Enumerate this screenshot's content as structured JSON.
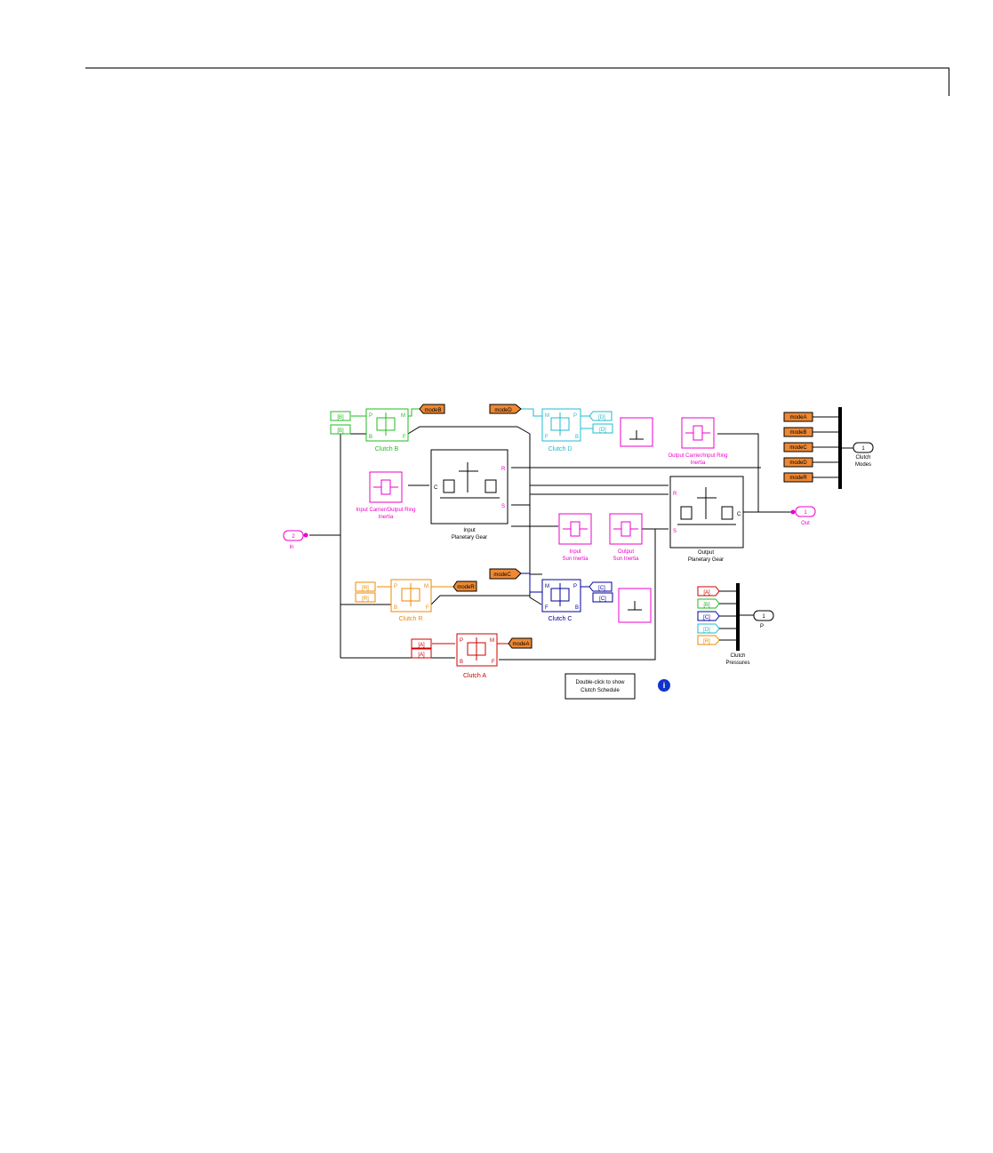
{
  "colors": {
    "clutch_b": "#22bb22",
    "clutch_d": "#22bbcc",
    "clutch_r": "#ee8800",
    "clutch_c": "#000099",
    "clutch_a": "#cc0000",
    "inertia": "#ee00cc",
    "tag_fill": "#ee8833",
    "line": "#000000"
  },
  "inport": {
    "number": "2",
    "label": "In"
  },
  "outport": {
    "number": "1",
    "label": "Out"
  },
  "clutch_modes_port": {
    "number": "1",
    "label_line1": "Clutch",
    "label_line2": "Modes"
  },
  "pressure_port": {
    "number": "1",
    "label": "P"
  },
  "pressure_bus_label": {
    "line1": "Clutch",
    "line2": "Pressures"
  },
  "clutches": {
    "b": {
      "name": "Clutch B",
      "tag_in": "[B]",
      "tag_in2": "[B]",
      "mode_tag": "modeB",
      "port_p": "P",
      "port_m": "M",
      "port_b": "B",
      "port_f": "F"
    },
    "d": {
      "name": "Clutch D",
      "tag_in": "[D]",
      "tag_in2": "[D]",
      "mode_tag": "modeD",
      "port_p": "P",
      "port_m": "M",
      "port_b": "B",
      "port_f": "F"
    },
    "r": {
      "name": "Clutch R",
      "tag_in": "[R]",
      "tag_in2": "[R]",
      "mode_tag": "modeR",
      "port_p": "P",
      "port_m": "M",
      "port_b": "B",
      "port_f": "F"
    },
    "c": {
      "name": "Clutch C",
      "tag_in": "[C]",
      "tag_in2": "[C]",
      "mode_tag": "modeC",
      "port_p": "P",
      "port_m": "M",
      "port_b": "B",
      "port_f": "F"
    },
    "a": {
      "name": "Clutch A",
      "tag_in": "[A]",
      "tag_in2": "[A]",
      "mode_tag": "modeA",
      "port_p": "P",
      "port_m": "M",
      "port_b": "B",
      "port_f": "F"
    }
  },
  "gears": {
    "input": {
      "line1": "Input",
      "line2": "Planetary Gear",
      "port_c": "C",
      "port_r": "R",
      "port_s": "S"
    },
    "output": {
      "line1": "Output",
      "line2": "Planetary Gear",
      "port_c": "C",
      "port_r": "R",
      "port_s": "S"
    }
  },
  "inertias": {
    "input_carrier": {
      "line1": "Input Carrier/Output Ring",
      "line2": "Inertia"
    },
    "output_carrier": {
      "line1": "Output Carrier/Input Ring",
      "line2": "Inertia"
    },
    "input_sun": {
      "line1": "Input",
      "line2": "Sun Inertia"
    },
    "output_sun": {
      "line1": "Output",
      "line2": "Sun Inertia"
    }
  },
  "mode_goto": [
    "modeA",
    "modeB",
    "modeC",
    "modeD",
    "modeR"
  ],
  "pressure_goto": [
    "[A]",
    "[B]",
    "[C]",
    "[D]",
    "[R]"
  ],
  "schedule_button": {
    "line1": "Double-click to show",
    "line2": "Clutch Schedule"
  },
  "info_icon": "i"
}
